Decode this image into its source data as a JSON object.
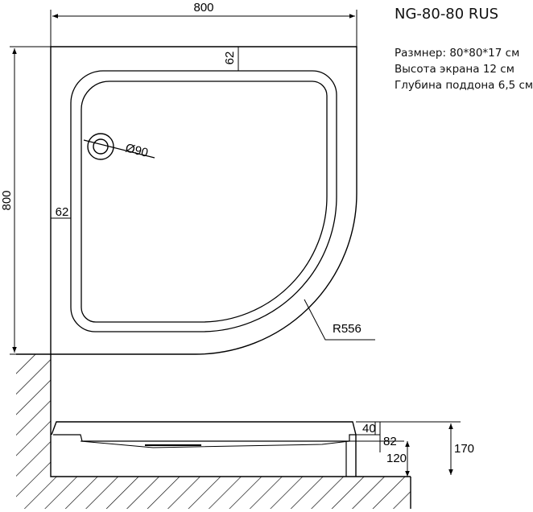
{
  "title": "NG-80-80 RUS",
  "specs": [
    "Размнер: 80*80*17 см",
    "Высота экрана 12 см",
    "Глубина поддона 6,5 см"
  ],
  "dimensions": {
    "width": "800",
    "height": "800",
    "top_rim": "62",
    "left_rim": "62",
    "drain": "Ø90",
    "radius": "R556",
    "lip": "40",
    "tray_depth": "82",
    "screen": "120",
    "total": "170"
  },
  "colors": {
    "line": "#000000",
    "background": "#ffffff"
  }
}
